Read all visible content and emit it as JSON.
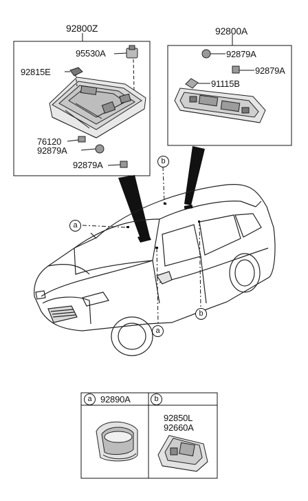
{
  "assembly_left": {
    "label": "92800Z",
    "parts": [
      "95530A",
      "92815E",
      "76120",
      "92879A",
      "92879A"
    ]
  },
  "assembly_right": {
    "label": "92800A",
    "parts": [
      "92879A",
      "92879A",
      "91115B"
    ]
  },
  "callouts": {
    "a": "a",
    "b": "b"
  },
  "legend": {
    "a_letter": "a",
    "a_part": "92890A",
    "b_letter": "b",
    "b_part_1": "92850L",
    "b_part_2": "92660A"
  }
}
